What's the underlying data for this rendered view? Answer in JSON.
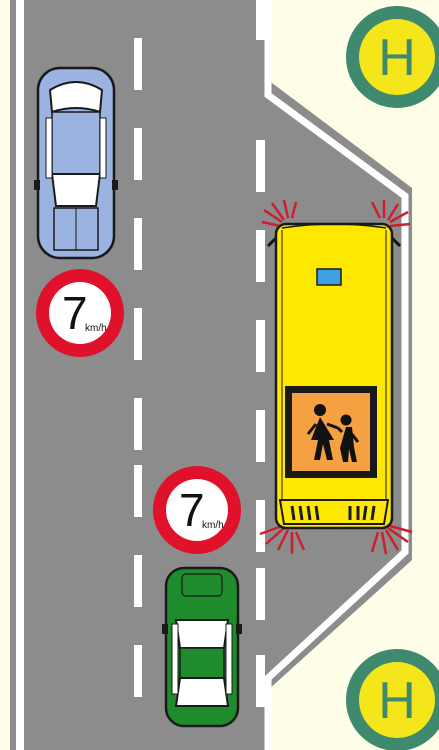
{
  "scene": {
    "background_color": "#fdfde8",
    "road_color": "#8c8c8c",
    "marking_color": "#ffffff"
  },
  "speed_signs": [
    {
      "number": "7",
      "unit": "km/h"
    },
    {
      "number": "7",
      "unit": "km/h"
    }
  ],
  "bus_stop_signs": [
    {
      "letter": "H",
      "ring_color": "#3f8a6e",
      "fill_color": "#f4e61a"
    },
    {
      "letter": "H",
      "ring_color": "#3f8a6e",
      "fill_color": "#f4e61a"
    }
  ],
  "school_bus": {
    "body_color": "#ffe800",
    "hazard_lights_color": "#cc1f2d",
    "sign_icon": "children-crossing-icon",
    "sign_color": "#f5a142"
  },
  "cars": [
    {
      "name": "blue-car",
      "color": "#9bb3e0"
    },
    {
      "name": "green-car",
      "color": "#1e8b2c"
    }
  ]
}
